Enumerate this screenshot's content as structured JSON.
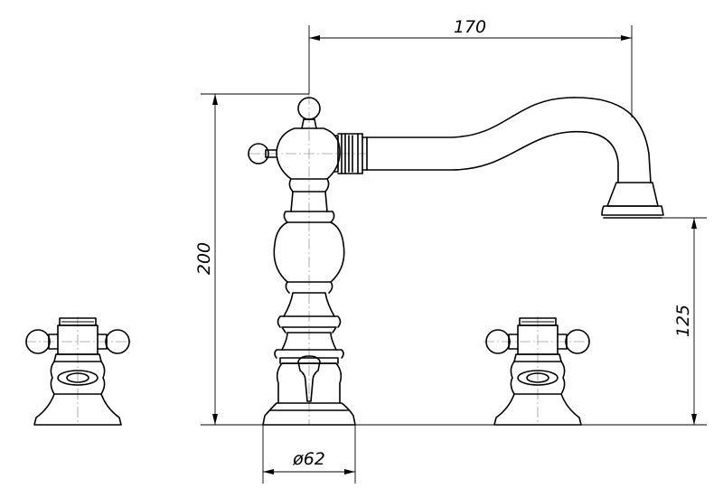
{
  "drawing": {
    "dimensions": {
      "spout_reach": "170",
      "total_height": "200",
      "spout_height": "125",
      "base_diameter": "ø62"
    }
  }
}
